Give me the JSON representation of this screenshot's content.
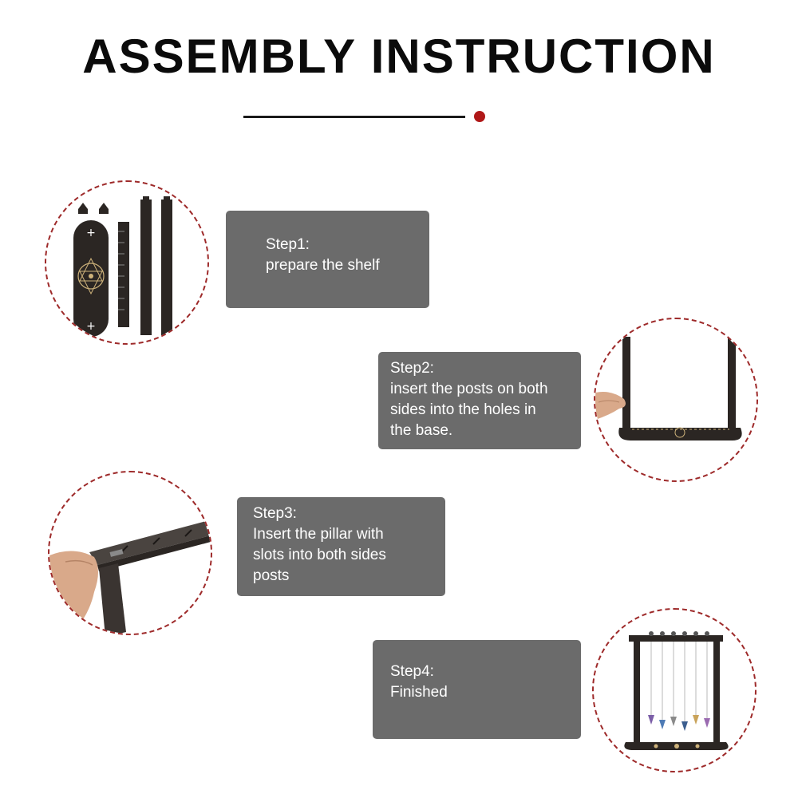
{
  "header": {
    "title": "ASSEMBLY INSTRUCTION"
  },
  "accent": {
    "line": "#1a1a1a",
    "dot": "#b01818",
    "box": "#6b6b6b",
    "circle_border": "#9e2a2a"
  },
  "steps": [
    {
      "heading": "Step1:",
      "text": "prepare the shelf"
    },
    {
      "heading": "Step2:",
      "text": "insert the posts on both\nsides into the holes in\nthe base."
    },
    {
      "heading": "Step3:",
      "text": "Insert the pillar with\nslots into both sides\nposts"
    },
    {
      "heading": "Step4:",
      "text": "Finished"
    }
  ],
  "illustrations": [
    {
      "icon": "shelf-parts-icon"
    },
    {
      "icon": "posts-in-base-icon"
    },
    {
      "icon": "slotted-pillar-icon"
    },
    {
      "icon": "finished-shelf-icon"
    }
  ]
}
